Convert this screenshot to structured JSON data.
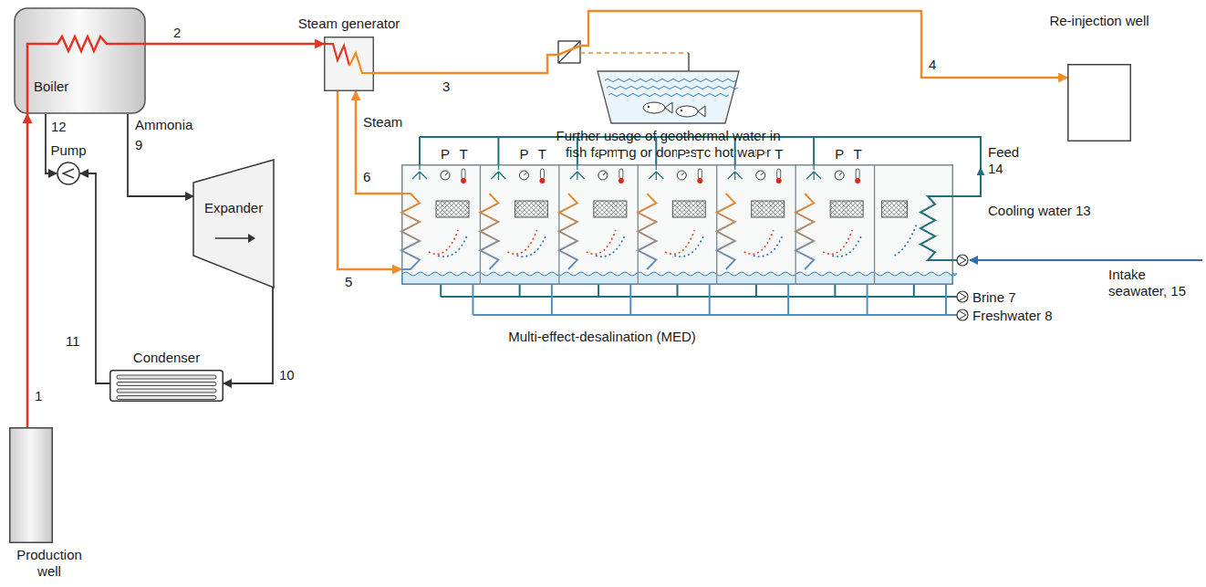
{
  "diagram": {
    "nodes": [
      {
        "text": [
          "Boiler"
        ]
      },
      {
        "text": [
          "Steam generator"
        ]
      },
      {
        "text": [
          "Further usage of geothermal water in fish farming or domestic hot water"
        ]
      },
      {
        "text": [
          "Re-injection well"
        ]
      },
      {
        "text": [
          "Pump"
        ]
      },
      {
        "text": [
          "Expander"
        ]
      },
      {
        "text": [
          "Multi-effect-desalination (MED)"
        ]
      },
      {
        "text": [
          "Condenser"
        ]
      },
      {
        "text": [
          "Production well"
        ]
      }
    ],
    "edges": [
      {
        "from": 8,
        "to": 0,
        "arrow": "to"
      },
      {
        "from": 0,
        "to": 1,
        "arrow": "to"
      },
      {
        "from": 1,
        "to": 3,
        "arrow": "to"
      },
      {
        "from": 0,
        "to": 5,
        "arrow": "to"
      },
      {
        "from": 5,
        "to": 7,
        "arrow": "to"
      },
      {
        "from": 7,
        "to": 4,
        "arrow": "to"
      },
      {
        "from": 0,
        "to": 4,
        "arrow": "to"
      },
      {
        "from": 1,
        "to": 6,
        "arrow": "to"
      },
      {
        "from": 6,
        "to": 1,
        "arrow": "to"
      }
    ],
    "labels": [
      "1",
      "2",
      "3",
      "4",
      "5",
      "Steam",
      "6",
      "Ammonia",
      "9",
      "10",
      "11",
      "12",
      "Feed",
      "14",
      "Cooling water 13",
      "Intake seawater, 15",
      "Brine 7",
      "Freshwater 8",
      "P",
      "T",
      "P",
      "T",
      "P",
      "T",
      "P",
      "T",
      "P",
      "T",
      "P",
      "T"
    ]
  }
}
